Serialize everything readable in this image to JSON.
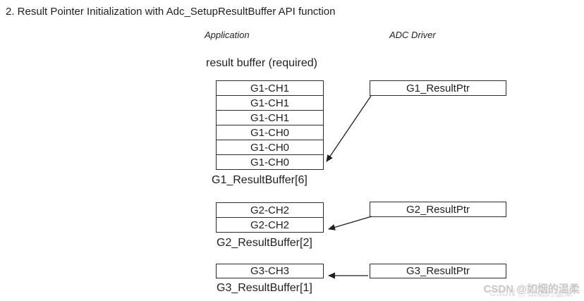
{
  "title": "2. Result Pointer Initialization with Adc_SetupResultBuffer API function",
  "columns": {
    "application": "Application",
    "adc_driver": "ADC Driver"
  },
  "result_buffer_caption": "result buffer (required)",
  "groups": [
    {
      "name": "G1",
      "cells": [
        "G1-CH1",
        "G1-CH1",
        "G1-CH1",
        "G1-CH0",
        "G1-CH0",
        "G1-CH0"
      ],
      "buffer_label": "G1_ResultBuffer[6]",
      "pointer_label": "G1_ResultPtr"
    },
    {
      "name": "G2",
      "cells": [
        "G2-CH2",
        "G2-CH2"
      ],
      "buffer_label": "G2_ResultBuffer[2]",
      "pointer_label": "G2_ResultPtr"
    },
    {
      "name": "G3",
      "cells": [
        "G3-CH3"
      ],
      "buffer_label": "G3_ResultBuffer[1]",
      "pointer_label": "G3_ResultPtr"
    }
  ],
  "watermark": {
    "text": "CSDN @如烟的温柔"
  },
  "colors": {
    "background": "#ffffff",
    "line": "#1f1f1f",
    "text": "#1f1f1f",
    "border": "#2b2b2b",
    "watermark": "#c9c9c9"
  }
}
